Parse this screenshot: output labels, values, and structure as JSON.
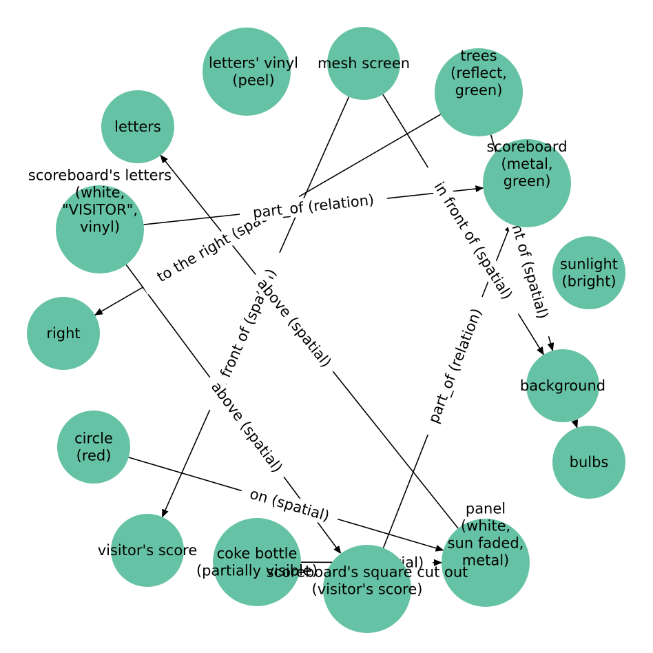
{
  "diagram": {
    "node_color": "#66c2a5",
    "edge_color": "#000000",
    "nodes": [
      {
        "id": "letters_vinyl",
        "lines": [
          "letters' vinyl",
          "(peel)"
        ]
      },
      {
        "id": "mesh_screen",
        "lines": [
          "mesh screen"
        ]
      },
      {
        "id": "trees",
        "lines": [
          "trees",
          "(reflect,",
          "green)"
        ]
      },
      {
        "id": "letters",
        "lines": [
          "letters"
        ]
      },
      {
        "id": "scoreboard",
        "lines": [
          "scoreboard",
          "(metal,",
          "green)"
        ]
      },
      {
        "id": "scoreboards_letters",
        "lines": [
          "scoreboard's letters",
          "(white,",
          "\"VISITOR\",",
          "vinyl)"
        ]
      },
      {
        "id": "sunlight",
        "lines": [
          "sunlight",
          "(bright)"
        ]
      },
      {
        "id": "right",
        "lines": [
          "right"
        ]
      },
      {
        "id": "background",
        "lines": [
          "background"
        ]
      },
      {
        "id": "circle",
        "lines": [
          "circle",
          "(red)"
        ]
      },
      {
        "id": "bulbs",
        "lines": [
          "bulbs"
        ]
      },
      {
        "id": "visitors_score",
        "lines": [
          "visitor's score"
        ]
      },
      {
        "id": "coke_bottle",
        "lines": [
          "coke bottle",
          "(partially visible)"
        ]
      },
      {
        "id": "panel",
        "lines": [
          "panel",
          "(white,",
          "sun faded,",
          "metal)"
        ]
      },
      {
        "id": "square_cut_out",
        "lines": [
          "scoreboard's square cut out",
          "(visitor's score)"
        ]
      }
    ],
    "edges": [
      {
        "source": "mesh_screen",
        "target": "visitors_score",
        "label": "in front of (spatial)"
      },
      {
        "source": "mesh_screen",
        "target": "background",
        "label": "in front of (spatial)"
      },
      {
        "source": "trees",
        "target": "right",
        "label": "to the right (spatial)",
        "visible_label": "to th"
      },
      {
        "source": "trees",
        "target": "background",
        "label": "in front of (spatial)",
        "visible_label": "spatial)"
      },
      {
        "source": "scoreboards_letters",
        "target": "scoreboard",
        "label": "part_of (relation)"
      },
      {
        "source": "scoreboards_letters",
        "target": "square_cut_out",
        "label": "above (spatial)"
      },
      {
        "source": "panel",
        "target": "letters",
        "label": "above (spatial)"
      },
      {
        "source": "square_cut_out",
        "target": "scoreboard",
        "label": "part_of (relation)"
      },
      {
        "source": "circle",
        "target": "panel",
        "label": "on (spatial)"
      },
      {
        "source": "coke_bottle",
        "target": "panel",
        "label": "on (spatial)",
        "visible_label": "on (spatial)"
      },
      {
        "source": "background",
        "target": "bulbs",
        "label": ""
      }
    ]
  }
}
